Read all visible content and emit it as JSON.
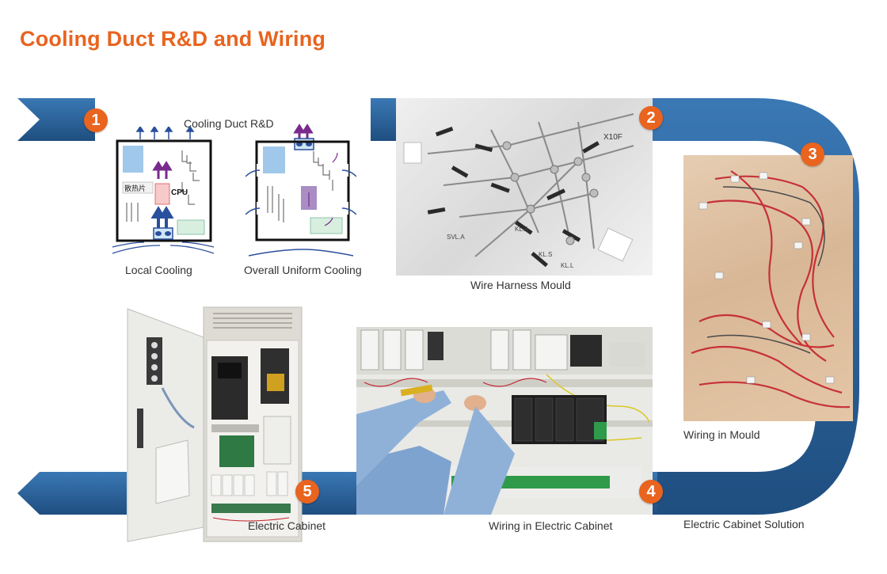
{
  "page": {
    "title": "Cooling Duct R&D and Wiring"
  },
  "colors": {
    "accent": "#e8641f",
    "band": "#2f6aa3",
    "band_dark": "#1f4e80"
  },
  "steps": [
    {
      "number": "1",
      "label": "Cooling Duct R&D"
    },
    {
      "number": "2",
      "label": "Wire Harness Mould"
    },
    {
      "number": "3",
      "label": "Wiring in Mould"
    },
    {
      "number": "4",
      "label": "Wiring in Electric Cabinet"
    },
    {
      "number": "5",
      "label": "Electric Cabinet"
    }
  ],
  "cooling": {
    "local_caption": "Local Cooling",
    "uniform_caption": "Overall Uniform Cooling",
    "heatsink_label": "散热片",
    "cpu_label": "CPU"
  },
  "footer": {
    "solution_caption": "Electric Cabinet Solution"
  },
  "mould_labels": [
    "X10F",
    "KL.A",
    "SVL.A",
    "KL.S",
    "KL.L"
  ]
}
